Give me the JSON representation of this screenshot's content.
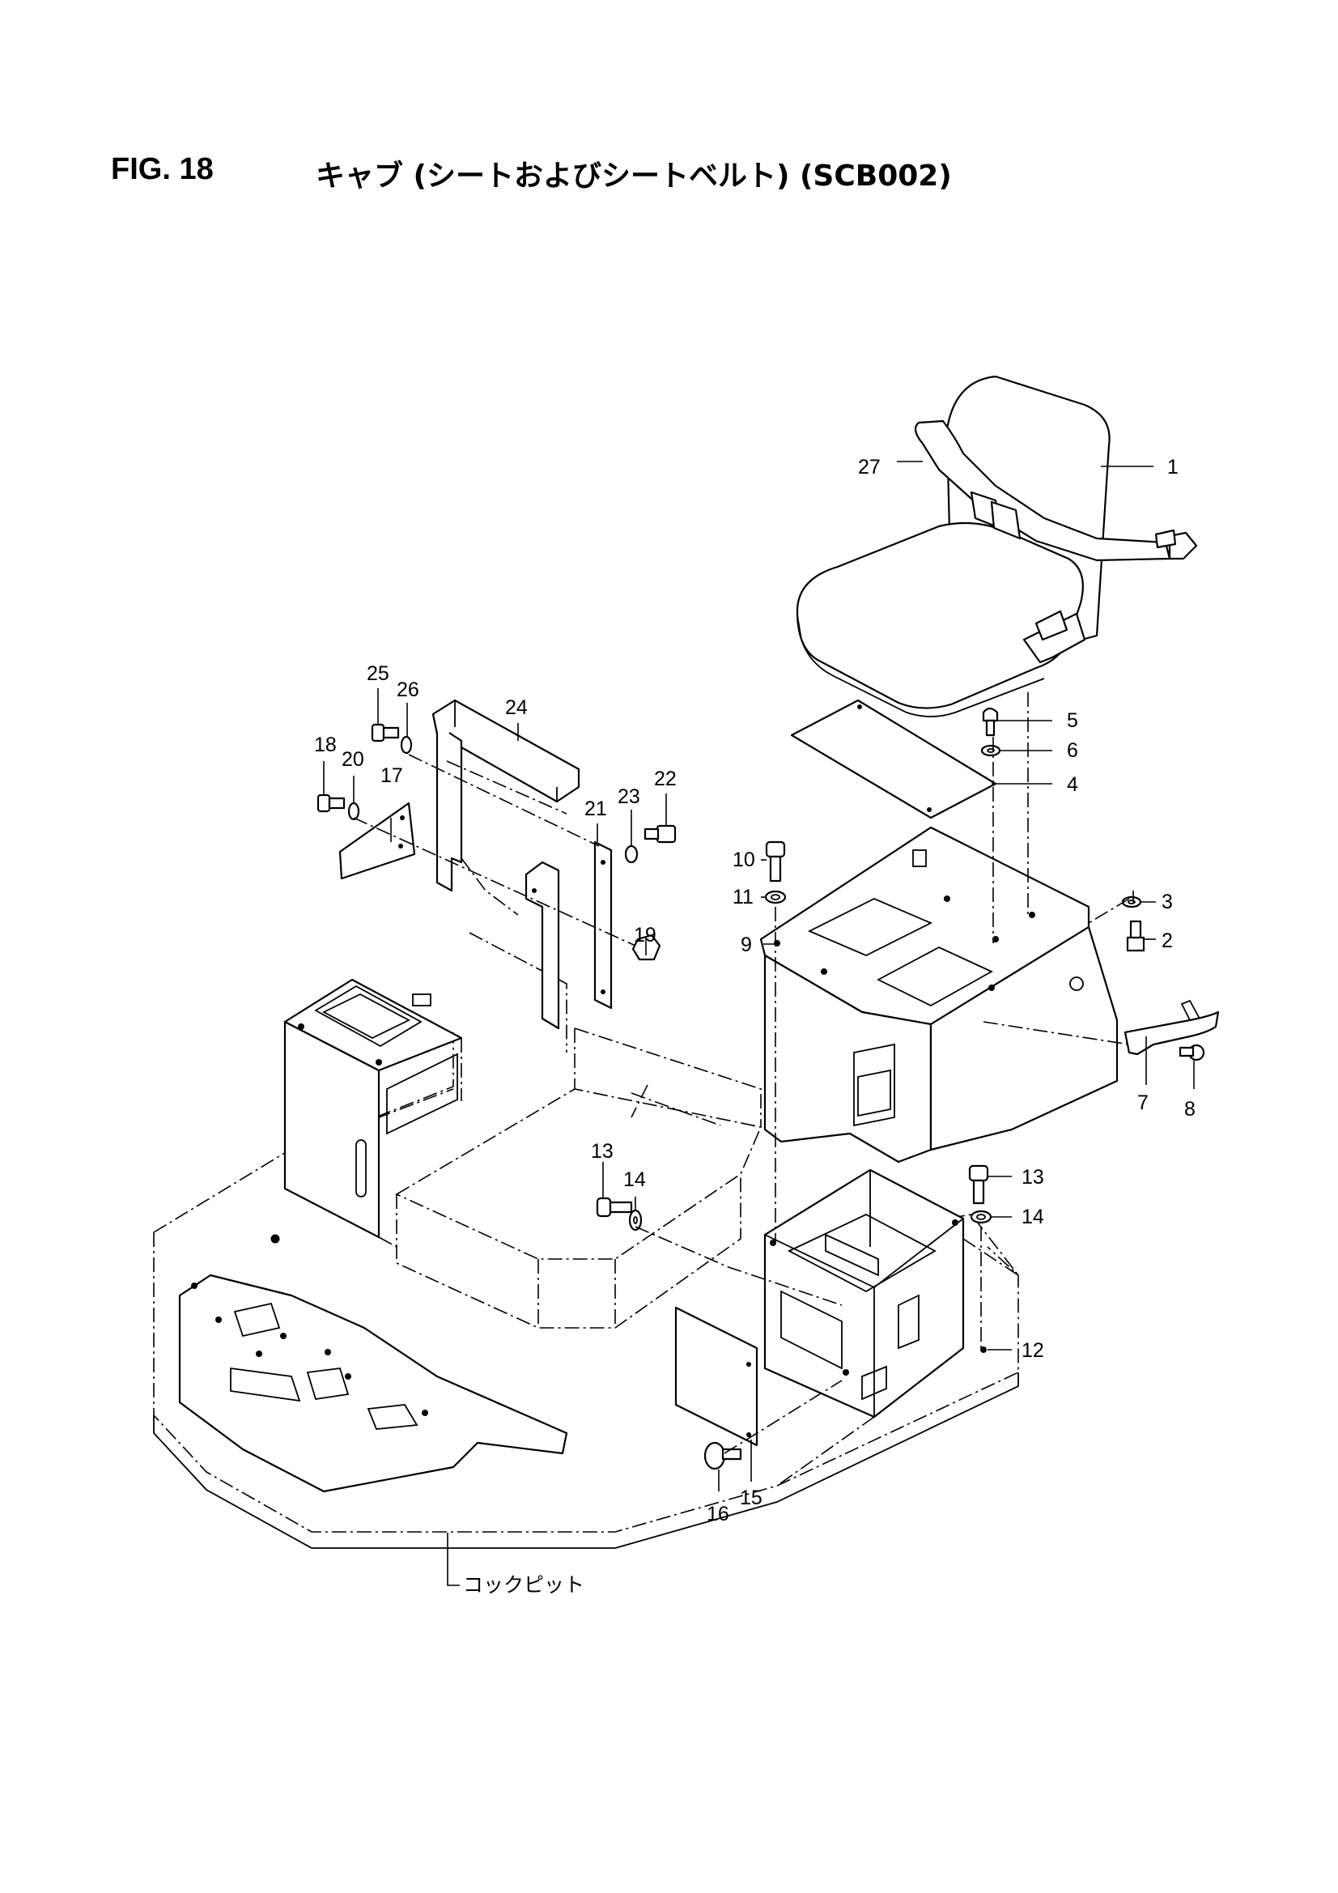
{
  "figure": {
    "number": "FIG. 18",
    "title": "キャブ (シートおよびシートベルト) (SCB002)"
  },
  "callouts": [
    "1",
    "2",
    "3",
    "4",
    "5",
    "6",
    "7",
    "8",
    "9",
    "10",
    "11",
    "12",
    "13",
    "14",
    "15",
    "16",
    "17",
    "18",
    "19",
    "20",
    "21",
    "22",
    "23",
    "24",
    "25",
    "26",
    "27"
  ],
  "callouts_repeat": [
    "13",
    "14"
  ],
  "section_label": "コックピット"
}
